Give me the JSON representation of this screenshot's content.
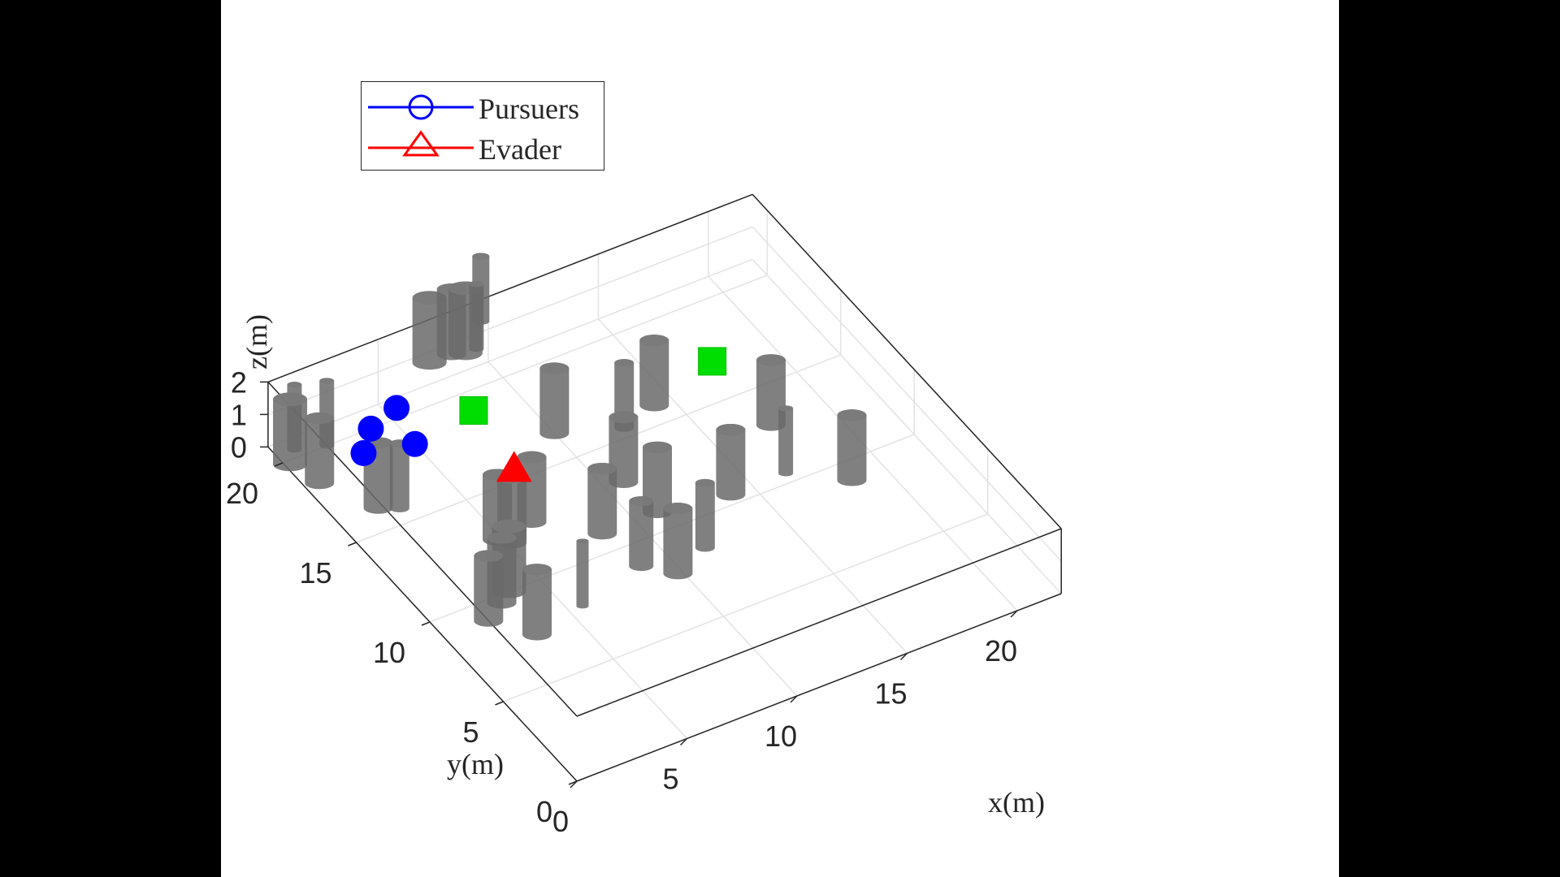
{
  "chart_data": {
    "type": "scatter",
    "projection": "3d",
    "xlabel": "x(m)",
    "ylabel": "y(m)",
    "zlabel": "z(m)",
    "xlim": [
      0,
      22
    ],
    "ylim": [
      0,
      21
    ],
    "zlim": [
      0,
      2
    ],
    "xticks": [
      0,
      5,
      10,
      15,
      20
    ],
    "yticks": [
      0,
      5,
      10,
      15,
      20
    ],
    "zticks": [
      0,
      1,
      2
    ],
    "grid": true,
    "legend_position": "top-left",
    "legend": [
      {
        "label": "Pursuers",
        "color": "#0000ff",
        "marker": "circle"
      },
      {
        "label": "Evader",
        "color": "#ff0000",
        "marker": "triangle"
      }
    ],
    "series": [
      {
        "name": "Pursuers",
        "color": "#0000ff",
        "points": [
          [
            2.0,
            17.5,
            1
          ],
          [
            3.0,
            18.5,
            1
          ],
          [
            4.0,
            17.0,
            1
          ],
          [
            4.5,
            19.0,
            1
          ]
        ]
      },
      {
        "name": "Evader",
        "color": "#ff0000",
        "points": [
          [
            6.5,
            14.0,
            1
          ]
        ]
      }
    ],
    "targets": {
      "color": "#00dd00",
      "points": [
        [
          7.0,
          17.5,
          1
        ],
        [
          16.5,
          15.5,
          1
        ]
      ]
    },
    "obstacles": {
      "color": "#6a6a6a",
      "cylinders": [
        [
          0.2,
          19.8,
          0.7
        ],
        [
          0.6,
          18.4,
          0.6
        ],
        [
          0.8,
          20.4,
          0.3
        ],
        [
          2.0,
          20.0,
          0.3
        ],
        [
          1.8,
          16.2,
          0.6
        ],
        [
          2.5,
          15.8,
          0.4
        ],
        [
          4.8,
          12.6,
          0.6
        ],
        [
          5.2,
          12.2,
          0.6
        ],
        [
          3.6,
          10.0,
          0.7
        ],
        [
          3.0,
          9.6,
          0.6
        ],
        [
          2.0,
          9.0,
          0.6
        ],
        [
          3.2,
          7.5,
          0.6
        ],
        [
          5.6,
          8.0,
          0.25
        ],
        [
          8.5,
          11.0,
          0.6
        ],
        [
          8.8,
          8.8,
          0.5
        ],
        [
          9.8,
          7.8,
          0.6
        ],
        [
          11.5,
          8.5,
          0.4
        ],
        [
          10.8,
          13.0,
          0.6
        ],
        [
          11.0,
          11.0,
          0.6
        ],
        [
          14.0,
          10.5,
          0.6
        ],
        [
          16.5,
          10.5,
          0.3
        ],
        [
          18.5,
          9.0,
          0.6
        ],
        [
          17.5,
          13.0,
          0.6
        ],
        [
          12.5,
          15.5,
          0.4
        ],
        [
          14.2,
          16.0,
          0.6
        ],
        [
          10.0,
          16.5,
          0.6
        ],
        [
          8.0,
          22.0,
          0.7
        ],
        [
          9.0,
          22.0,
          0.6
        ],
        [
          9.5,
          21.8,
          0.7
        ],
        [
          10.0,
          21.8,
          0.3
        ],
        [
          11.0,
          23.0,
          0.35
        ],
        [
          6.5,
          12.8,
          0.6
        ]
      ]
    }
  }
}
